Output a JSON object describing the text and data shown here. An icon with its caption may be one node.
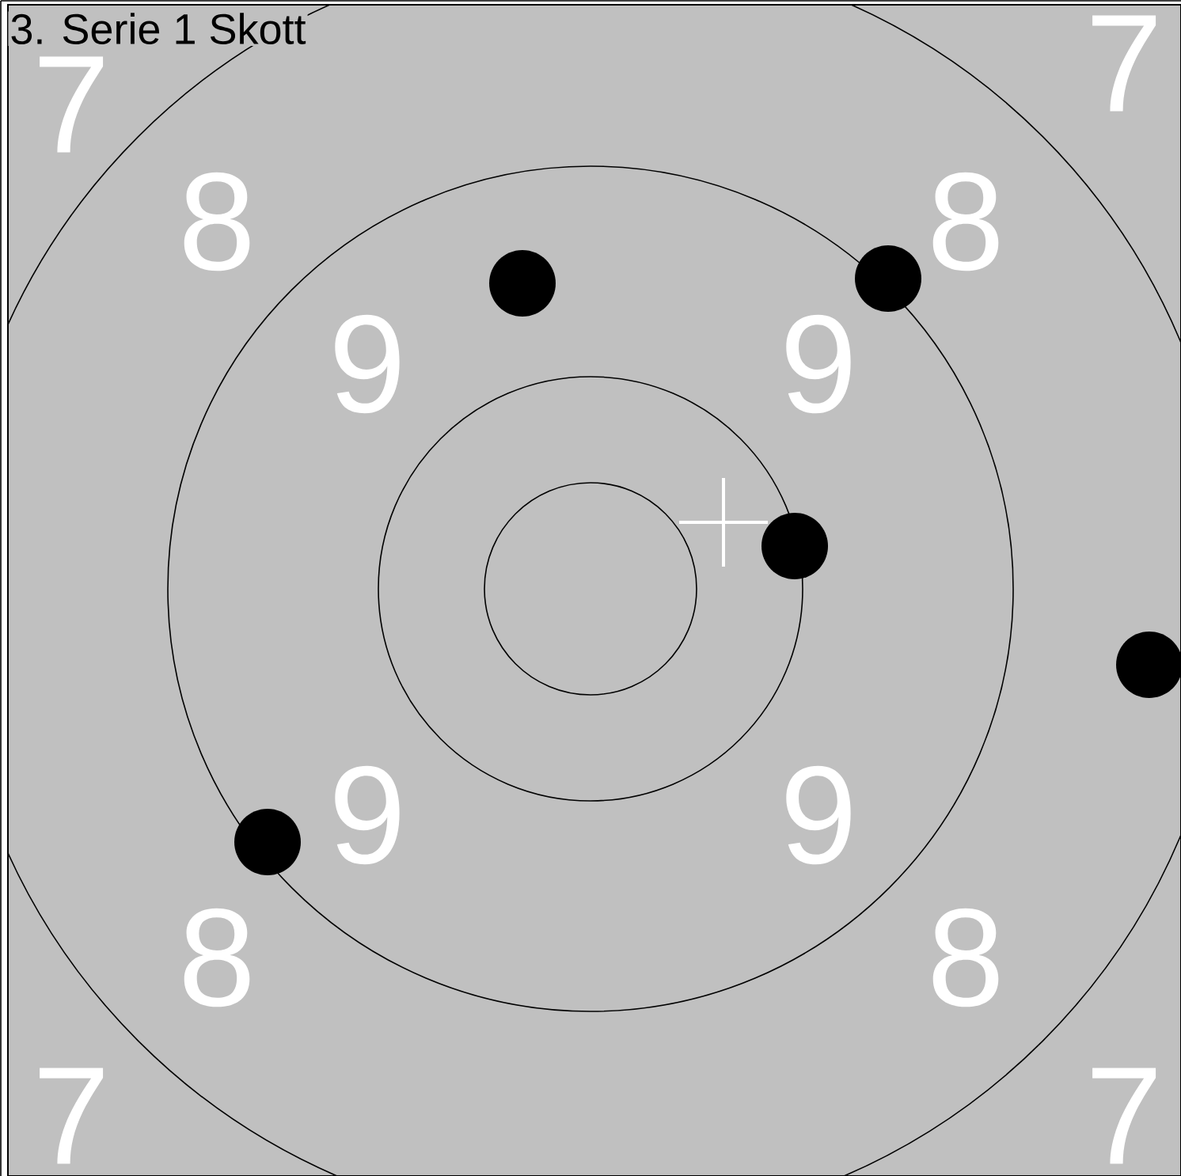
{
  "diagram": {
    "title": "3. Serie 1 Skott",
    "labels": [
      "7",
      "7",
      "8",
      "8",
      "9",
      "9",
      "9",
      "9",
      "8",
      "8",
      "7",
      "7"
    ]
  }
}
